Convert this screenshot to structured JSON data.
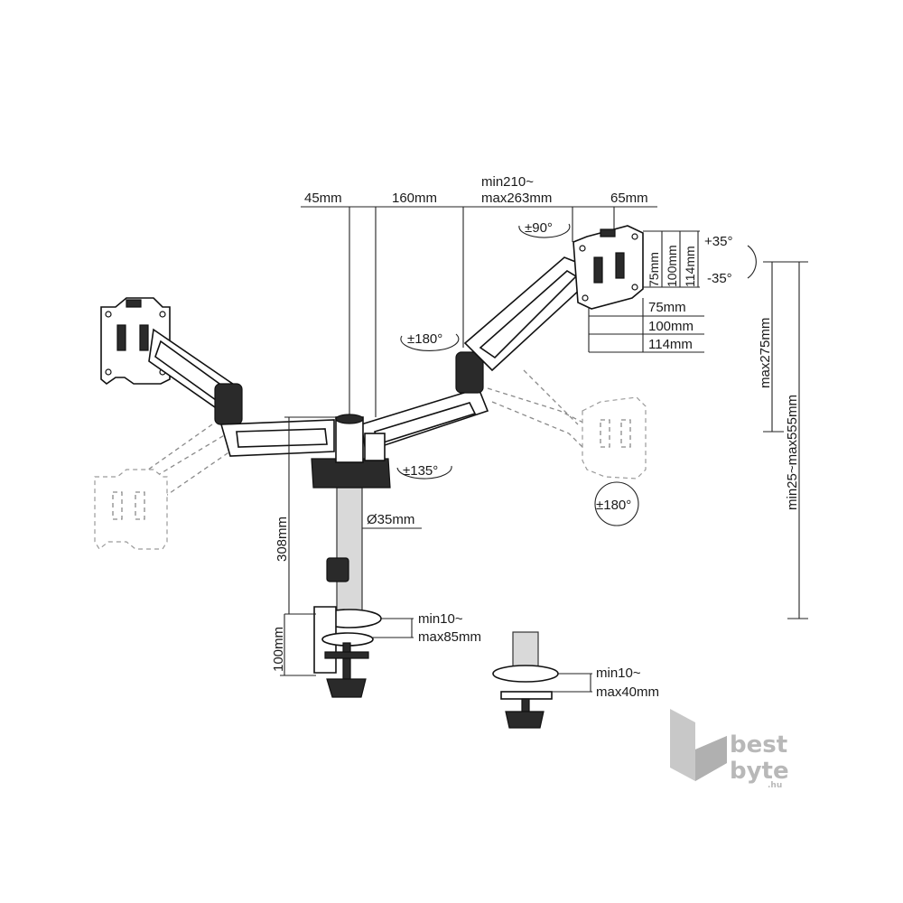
{
  "labels": {
    "top_45": "45mm",
    "top_160": "160mm",
    "top_min210": "min210~",
    "top_max263": "max263mm",
    "top_65": "65mm",
    "rot_90": "±90°",
    "rot_180_arm": "±180°",
    "rot_135": "±135°",
    "rot_180_ghost": "±180°",
    "tilt_up": "+35°",
    "tilt_down": "-35°",
    "vesa_v75": "75mm",
    "vesa_v100": "100mm",
    "vesa_v114": "114mm",
    "vesa_h75": "75mm",
    "vesa_h100": "100mm",
    "vesa_h114": "114mm",
    "max275": "max275mm",
    "min25_max555": "min25~max555mm",
    "pole_308": "308mm",
    "pole_diam": "Ø35mm",
    "clamp_100": "100mm",
    "clamp_min10": "min10~",
    "clamp_max85": "max85mm",
    "grommet_min10": "min10~",
    "grommet_max40": "max40mm"
  },
  "logo": {
    "line1": "best",
    "line2": "byte",
    "suffix": ".hu"
  }
}
